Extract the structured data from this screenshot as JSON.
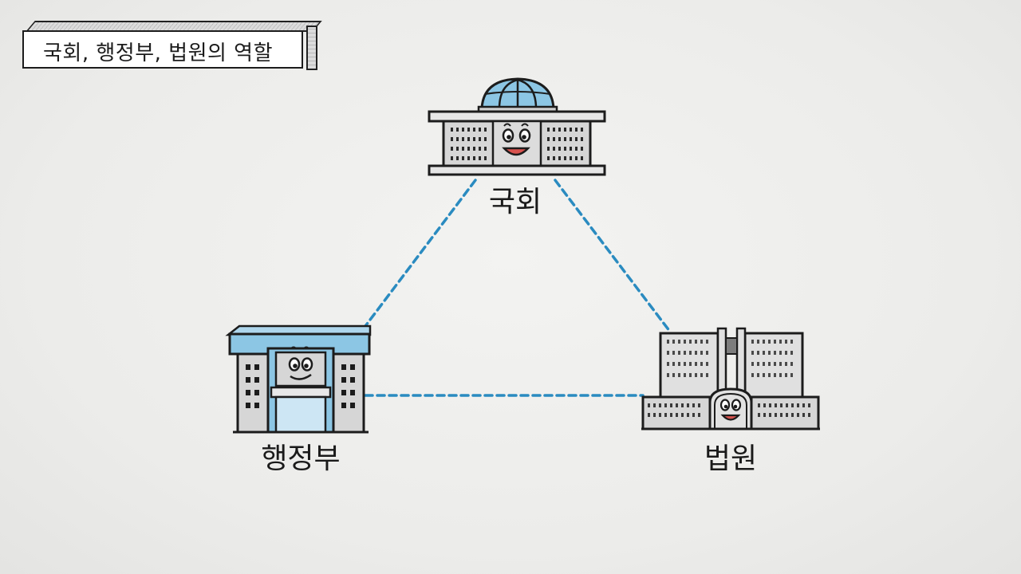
{
  "title": "국회, 행정부, 법원의 역할",
  "nodes": {
    "assembly": {
      "label": "국회"
    },
    "executive": {
      "label": "행정부"
    },
    "court": {
      "label": "법원"
    }
  },
  "colors": {
    "connector": "#2a8bc0",
    "building_blue": "#8cc6e4",
    "building_gray": "#d4d4d4",
    "outline": "#1c1c1c",
    "mouth": "#d9534f"
  },
  "connectors": [
    {
      "from": "assembly",
      "to": "executive",
      "style": "dashed"
    },
    {
      "from": "assembly",
      "to": "court",
      "style": "dashed"
    },
    {
      "from": "executive",
      "to": "court",
      "style": "dashed"
    }
  ]
}
